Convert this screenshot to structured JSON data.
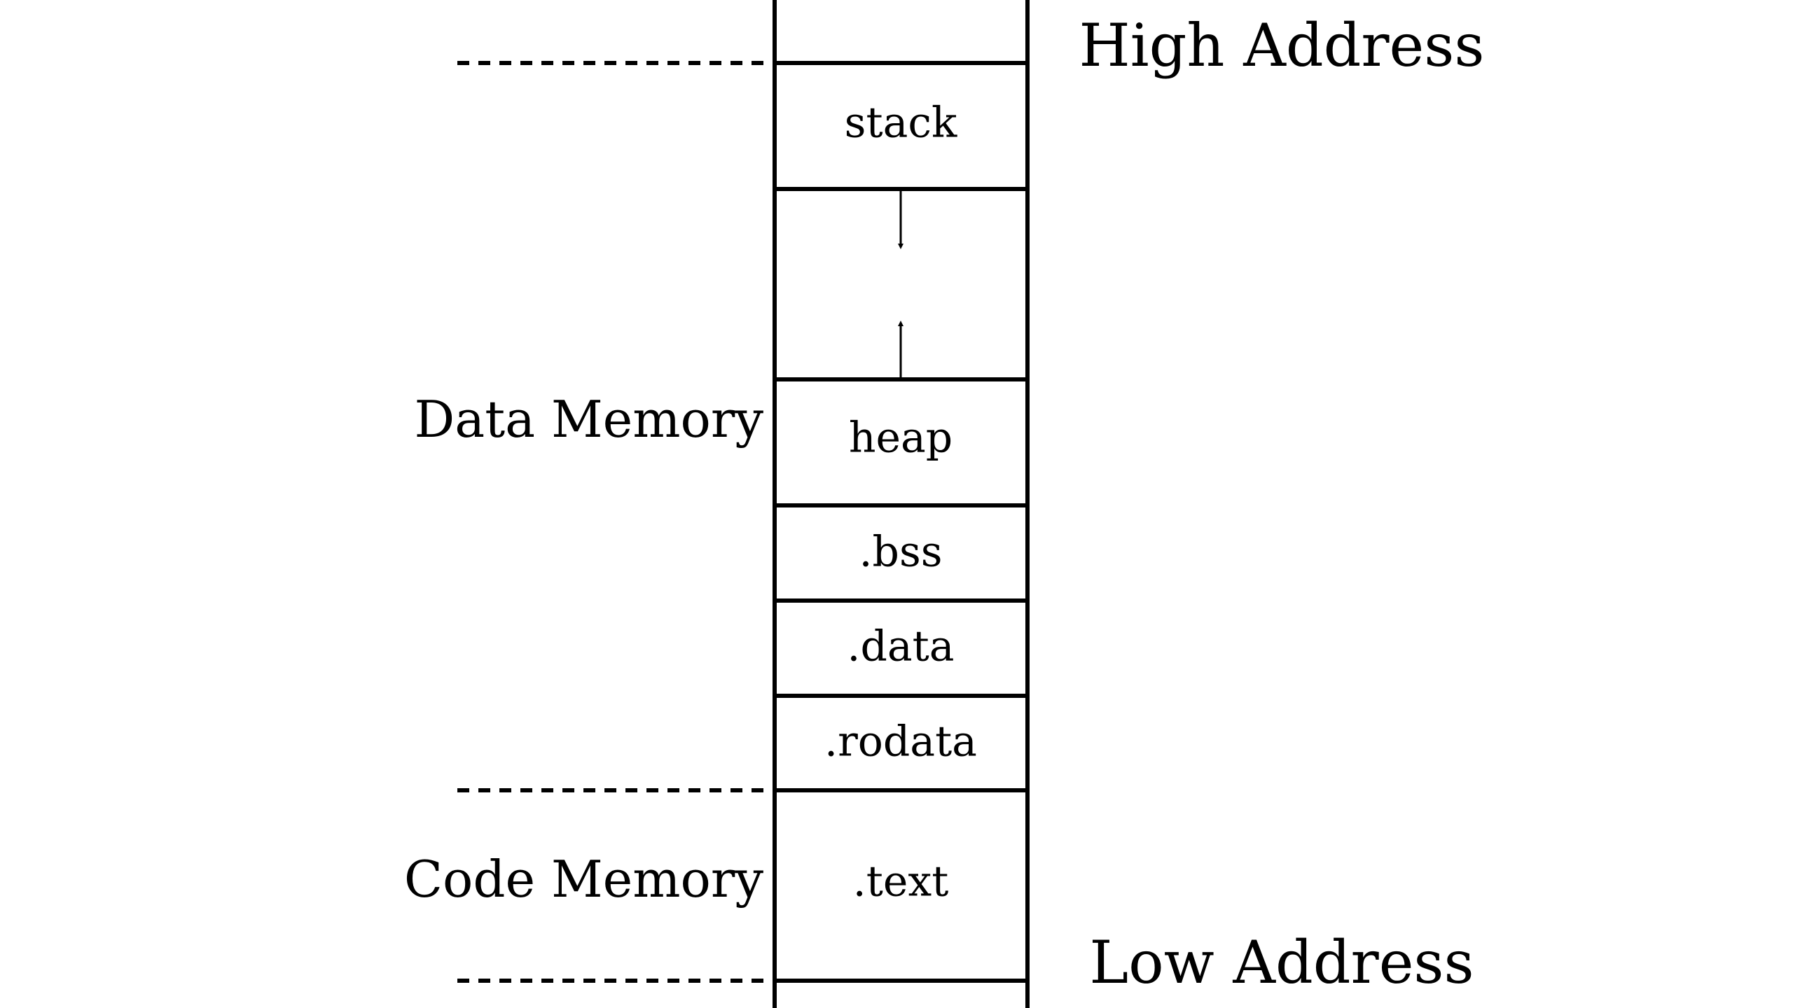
{
  "diagram": {
    "addresses": {
      "high": "High Address",
      "low": "Low Address"
    },
    "regions": {
      "data": "Data Memory",
      "code": "Code Memory"
    },
    "segments": {
      "stack": "stack",
      "heap": "heap",
      "bss": ".bss",
      "data": ".data",
      "rodata": ".rodata",
      "text": ".text"
    }
  }
}
